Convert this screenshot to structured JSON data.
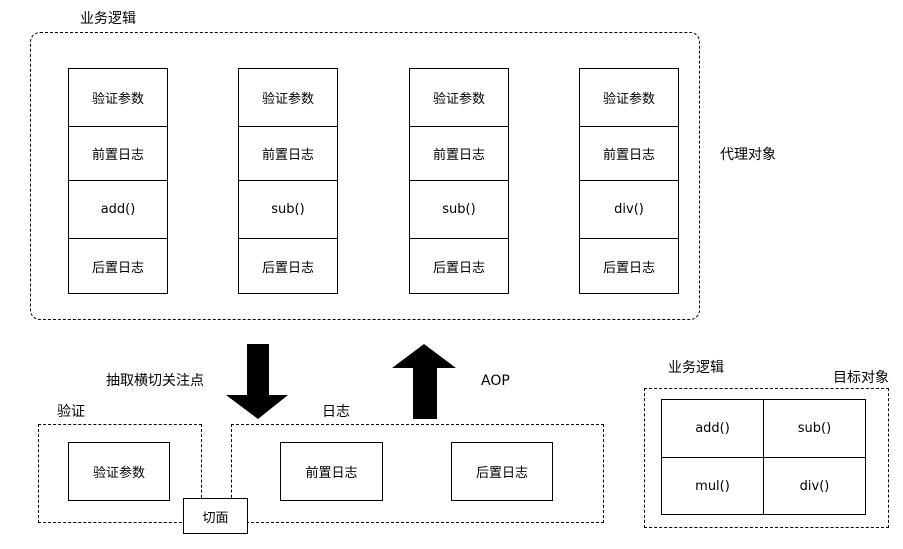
{
  "business_logic": {
    "title": "业务逻辑",
    "proxy_label": "代理对象",
    "columns": [
      {
        "validate": "验证参数",
        "pre_log": "前置日志",
        "method": "add()",
        "post_log": "后置日志"
      },
      {
        "validate": "验证参数",
        "pre_log": "前置日志",
        "method": "sub()",
        "post_log": "后置日志"
      },
      {
        "validate": "验证参数",
        "pre_log": "前置日志",
        "method": "sub()",
        "post_log": "后置日志"
      },
      {
        "validate": "验证参数",
        "pre_log": "前置日志",
        "method": "div()",
        "post_log": "后置日志"
      }
    ]
  },
  "arrows": {
    "extract_label": "抽取横切关注点",
    "aop_label": "AOP"
  },
  "aspects": {
    "validate_group": {
      "title": "验证",
      "item": "验证参数"
    },
    "log_group": {
      "title": "日志",
      "pre": "前置日志",
      "post": "后置日志"
    },
    "aspect_label": "切面"
  },
  "target": {
    "title": "业务逻辑",
    "target_label": "目标对象",
    "methods": [
      "add()",
      "sub()",
      "mul()",
      "div()"
    ]
  }
}
